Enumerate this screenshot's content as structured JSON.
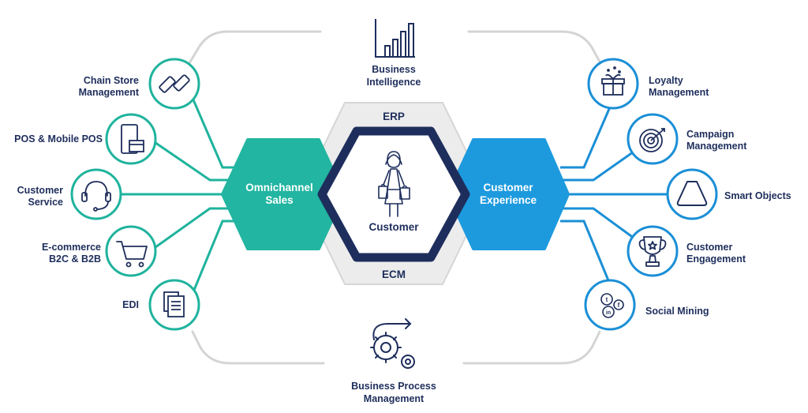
{
  "top": {
    "label_line1": "Business",
    "label_line2": "Intelligence",
    "icon": "bar-chart-icon"
  },
  "bottom": {
    "label_line1": "Business Process",
    "label_line2": "Management",
    "icon": "gears-icon"
  },
  "center": {
    "ring_top": "ERP",
    "ring_bottom": "ECM",
    "core_label": "Customer",
    "core_icon": "customer-icon",
    "left_hex": {
      "line1": "Omnichannel",
      "line2": "Sales"
    },
    "right_hex": {
      "line1": "Customer",
      "line2": "Experience"
    }
  },
  "left_nodes": [
    {
      "line1": "Chain Store",
      "line2": "Management",
      "icon": "chain-link-icon"
    },
    {
      "line1": "POS & Mobile POS",
      "line2": "",
      "icon": "pos-terminal-icon"
    },
    {
      "line1": "Customer",
      "line2": "Service",
      "icon": "headset-icon"
    },
    {
      "line1": "E-commerce",
      "line2": "B2C & B2B",
      "icon": "shopping-cart-icon"
    },
    {
      "line1": "EDI",
      "line2": "",
      "icon": "documents-icon"
    }
  ],
  "right_nodes": [
    {
      "line1": "Loyalty",
      "line2": "Management",
      "icon": "gift-icon"
    },
    {
      "line1": "Campaign",
      "line2": "Management",
      "icon": "target-icon"
    },
    {
      "line1": "Smart Objects",
      "line2": "",
      "icon": "triangle-icon"
    },
    {
      "line1": "Customer",
      "line2": "Engagement",
      "icon": "trophy-icon"
    },
    {
      "line1": "Social Mining",
      "line2": "",
      "icon": "social-icon"
    }
  ],
  "colors": {
    "teal": "#22b5a1",
    "teal_stroke": "#1fb39d",
    "blue": "#1d9ade",
    "blue_stroke": "#1a8fd6",
    "navy": "#1e2e5c",
    "grey_line": "#d2d2d2",
    "grey_fill": "#ececec"
  }
}
